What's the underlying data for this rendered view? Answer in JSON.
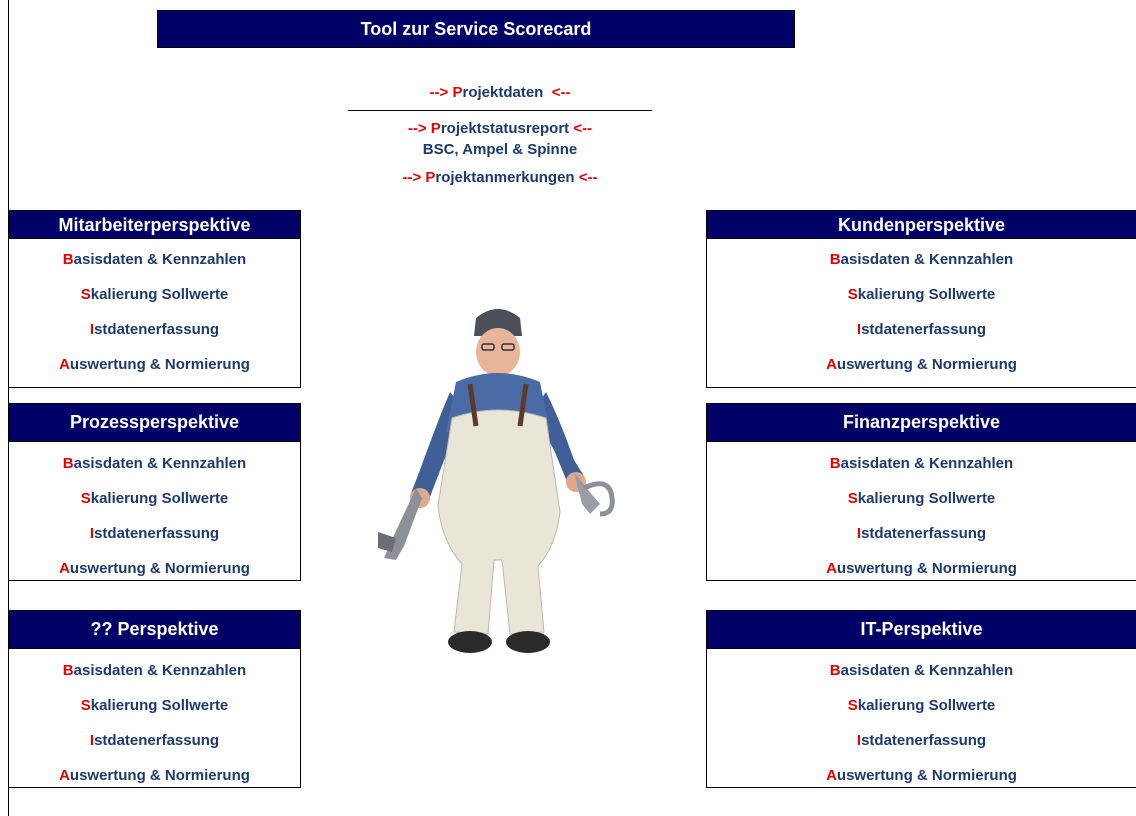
{
  "header": {
    "title": "Tool zur Service Scorecard"
  },
  "center": {
    "projektdaten": {
      "prefix": "-->",
      "initial": "P",
      "rest": "rojektdaten",
      "suffix": "<--"
    },
    "statusreport": {
      "prefix": "-->",
      "initial": "P",
      "rest": "rojektstatusreport",
      "suffix": "<--"
    },
    "statusreport_sub": "BSC, Ampel & Spinne",
    "anmerkungen": {
      "prefix": "-->",
      "initial": "P",
      "rest": "rojektanmerkungen",
      "suffix": "<--"
    }
  },
  "panels": {
    "mitarbeiter": {
      "title": "Mitarbeiterperspektive",
      "items": [
        {
          "initial": "B",
          "rest": "asisdaten & Kennzahlen"
        },
        {
          "initial": "S",
          "rest": "kalierung Sollwerte"
        },
        {
          "initial": "I",
          "rest": "stdatenerfassung"
        },
        {
          "initial": "A",
          "rest": "uswertung & Normierung"
        }
      ]
    },
    "kunden": {
      "title": "Kundenperspektive",
      "items": [
        {
          "initial": "B",
          "rest": "asisdaten & Kennzahlen"
        },
        {
          "initial": "S",
          "rest": "kalierung Sollwerte"
        },
        {
          "initial": "I",
          "rest": "stdatenerfassung"
        },
        {
          "initial": "A",
          "rest": "uswertung & Normierung"
        }
      ]
    },
    "prozess": {
      "title": "Prozessperspektive",
      "items": [
        {
          "initial": "B",
          "rest": "asisdaten & Kennzahlen"
        },
        {
          "initial": "S",
          "rest": "kalierung Sollwerte"
        },
        {
          "initial": "I",
          "rest": "stdatenerfassung"
        },
        {
          "initial": "A",
          "rest": "uswertung & Normierung"
        }
      ]
    },
    "finanz": {
      "title": "Finanzperspektive",
      "items": [
        {
          "initial": "B",
          "rest": "asisdaten & Kennzahlen"
        },
        {
          "initial": "S",
          "rest": "kalierung Sollwerte"
        },
        {
          "initial": "I",
          "rest": "stdatenerfassung"
        },
        {
          "initial": "A",
          "rest": "uswertung & Normierung"
        }
      ]
    },
    "unknown": {
      "title": "?? Perspektive",
      "items": [
        {
          "initial": "B",
          "rest": "asisdaten & Kennzahlen"
        },
        {
          "initial": "S",
          "rest": "kalierung Sollwerte"
        },
        {
          "initial": "I",
          "rest": "stdatenerfassung"
        },
        {
          "initial": "A",
          "rest": "uswertung & Normierung"
        }
      ]
    },
    "it": {
      "title": "IT-Perspektive",
      "items": [
        {
          "initial": "B",
          "rest": "asisdaten & Kennzahlen"
        },
        {
          "initial": "S",
          "rest": "kalierung Sollwerte"
        },
        {
          "initial": "I",
          "rest": "stdatenerfassung"
        },
        {
          "initial": "A",
          "rest": "uswertung & Normierung"
        }
      ]
    }
  },
  "colors": {
    "header_bg": "#000066",
    "header_text": "#ffffff",
    "link_text": "#1c3a6e",
    "accent_red": "#e60000"
  },
  "image": {
    "icon": "workman-with-wrenches-icon"
  }
}
